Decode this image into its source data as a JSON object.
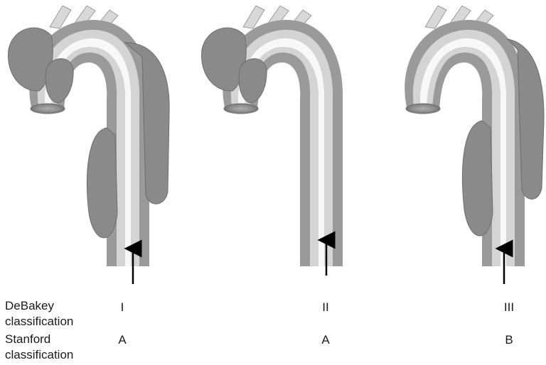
{
  "rows": {
    "debakey_line1": "DeBakey",
    "debakey_line2": "classification",
    "stanford_line1": "Stanford",
    "stanford_line2": "classification"
  },
  "panels": [
    {
      "debakey": "I",
      "stanford": "A"
    },
    {
      "debakey": "II",
      "stanford": "A"
    },
    {
      "debakey": "III",
      "stanford": "B"
    }
  ],
  "colors": {
    "aorta_light": "#f4f4f4",
    "aorta_dark": "#8a8a8a",
    "dissection": "#7a7a7a",
    "arrow": "#000000"
  }
}
